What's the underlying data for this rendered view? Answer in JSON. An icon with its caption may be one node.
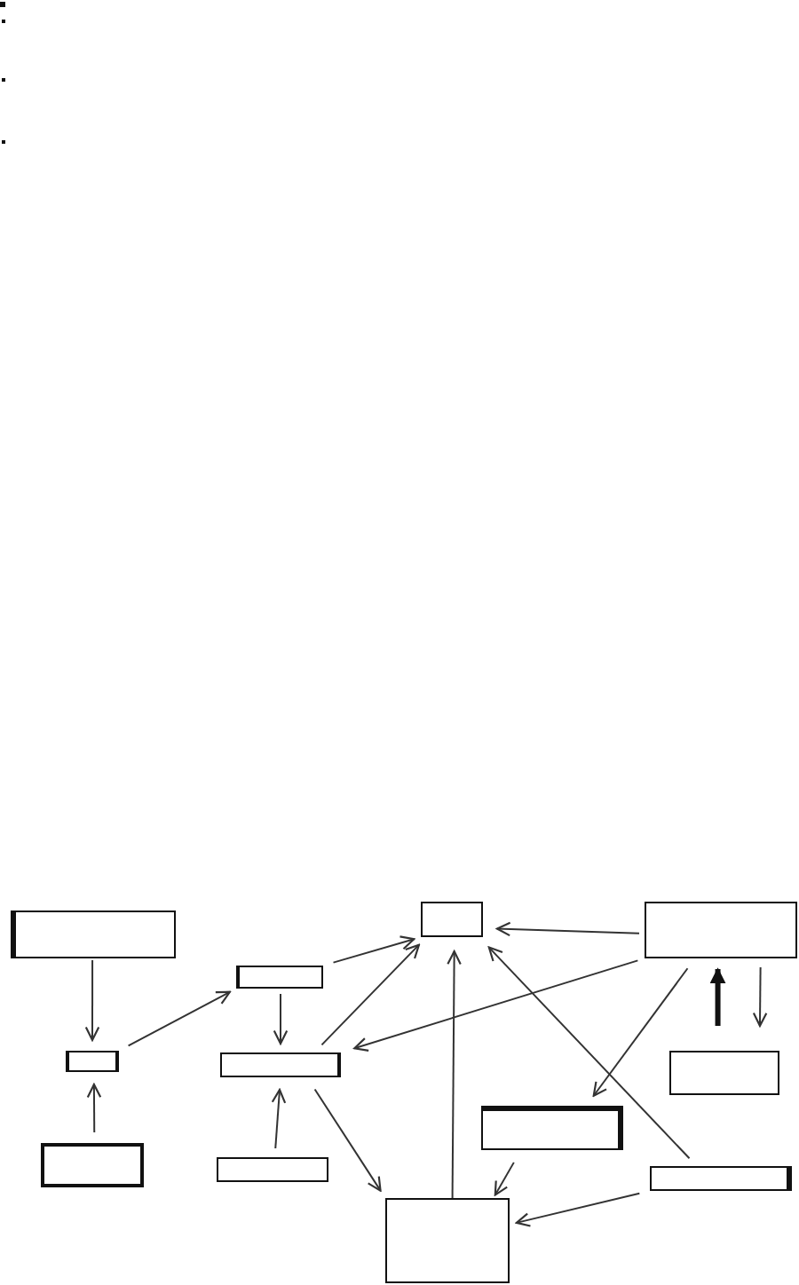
{
  "diagram": {
    "nodes": [
      {
        "text": [],
        "shape": "box"
      },
      {
        "text": [],
        "shape": "box"
      },
      {
        "text": [],
        "shape": "box"
      },
      {
        "text": [],
        "shape": "box"
      },
      {
        "text": [],
        "shape": "box"
      },
      {
        "text": [],
        "shape": "box"
      },
      {
        "text": [],
        "shape": "box"
      },
      {
        "text": [],
        "shape": "box"
      },
      {
        "text": [],
        "shape": "box"
      },
      {
        "text": [],
        "shape": "box"
      },
      {
        "text": [],
        "shape": "box"
      },
      {
        "text": [],
        "shape": "box"
      }
    ],
    "edges": [
      {
        "from": 0,
        "to": 4,
        "arrow": "to"
      },
      {
        "from": 8,
        "to": 4,
        "arrow": "to"
      },
      {
        "from": 4,
        "to": 3,
        "arrow": "to"
      },
      {
        "from": 3,
        "to": 5,
        "arrow": "to"
      },
      {
        "from": 9,
        "to": 5,
        "arrow": "to"
      },
      {
        "from": 3,
        "to": 1,
        "arrow": "to"
      },
      {
        "from": 5,
        "to": 1,
        "arrow": "to"
      },
      {
        "from": 2,
        "to": 5,
        "arrow": "to"
      },
      {
        "from": 2,
        "to": 1,
        "arrow": "to"
      },
      {
        "from": 11,
        "to": 1,
        "arrow": "to"
      },
      {
        "from": 10,
        "to": 1,
        "arrow": "to"
      },
      {
        "from": 2,
        "to": 7,
        "arrow": "to"
      },
      {
        "from": 6,
        "to": 2,
        "arrow": "to",
        "style": "thick"
      },
      {
        "from": 2,
        "to": 6,
        "arrow": "to"
      },
      {
        "from": 5,
        "to": 11,
        "arrow": "to"
      },
      {
        "from": 7,
        "to": 11,
        "arrow": "to"
      },
      {
        "from": 10,
        "to": 11,
        "arrow": "to"
      }
    ]
  }
}
